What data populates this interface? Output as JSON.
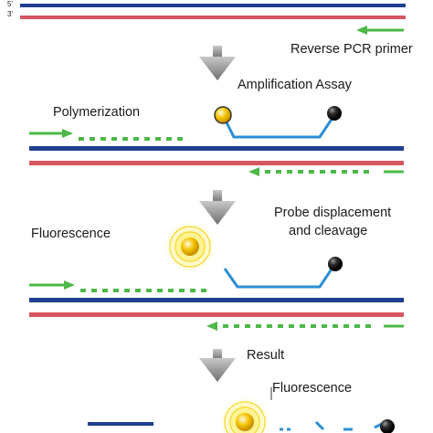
{
  "strand_marks": {
    "five_prime": "5'",
    "three_prime": "3'"
  },
  "labels": {
    "reverse_primer": "Reverse PCR primer",
    "amplification_assay": "Amplification Assay",
    "polymerization": "Polymerization",
    "fluorescence_1": "Fluorescence",
    "probe_displacement_line1": "Probe displacement",
    "probe_displacement_line2": "and cleavage",
    "result": "Result",
    "fluorescence_2": "Fluorescence"
  },
  "colors": {
    "template_blue": "#1f3f8f",
    "template_red": "#d65560",
    "primer_green": "#4cb848",
    "probe_blue": "#2b8fd6",
    "reporter_yellow": "#f2c200",
    "quencher_black": "#1a1a1a",
    "arrow_gray": "#8c8c8c"
  }
}
